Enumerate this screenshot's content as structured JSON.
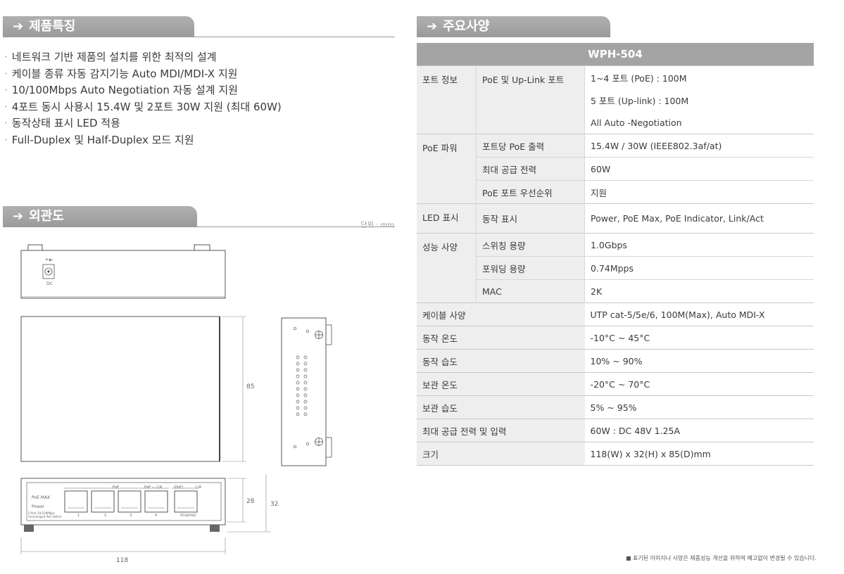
{
  "features": {
    "heading": "제품특징",
    "items": [
      "네트워크 기반 제품의 설치를 위한 최적의 설계",
      "케이블 종류 자동 감지기능 Auto MDI/MDI-X 지원",
      "10/100Mbps Auto Negotiation 자동 설계 지원",
      "4포트 동시 사용시 15.4W 및 2포트 30W 지원 (최대 60W)",
      "동작상태 표시 LED 적용",
      "Full-Duplex 및 Half-Duplex 모드 지원"
    ]
  },
  "exterior": {
    "heading": "외관도",
    "unit": "단위 : mm",
    "dims": {
      "depth": "85",
      "height_inner": "28",
      "height": "32",
      "width": "118"
    },
    "front_labels": {
      "poe_max": "PoE MAX",
      "power": "Power",
      "model_small": "5-Port 10/100Mbps Unmanaged PoE Switch",
      "port_nums": [
        "1",
        "2",
        "3",
        "4",
        "5(Uplink)"
      ],
      "poe_group": "PoE",
      "poe_la": "PoE — L/A",
      "poe_paren": "(PoE)",
      "la": "L/A",
      "dc": "DC"
    }
  },
  "specs": {
    "heading": "주요사양",
    "model": "WPH-504",
    "rows": [
      {
        "cat": "포트 정보",
        "sub": "PoE 및 Up-Link 포트",
        "val": "1~4 포트 (PoE) : 100M"
      },
      {
        "cat": "",
        "sub": "",
        "val": "5 포트 (Up-link) : 100M"
      },
      {
        "cat": "",
        "sub": "",
        "val": "All Auto -Negotiation"
      },
      {
        "cat": "PoE 파워",
        "sub": "포트당 PoE 출력",
        "val": "15.4W / 30W (IEEE802.3af/at)"
      },
      {
        "cat": "",
        "sub": "최대 공급 전력",
        "val": "60W"
      },
      {
        "cat": "",
        "sub": "PoE 포트 우선순위",
        "val": "지원"
      },
      {
        "cat": "LED 표시",
        "sub": "동작 표시",
        "val": "Power, PoE Max, PoE Indicator, Link/Act"
      },
      {
        "cat": "성능 사양",
        "sub": "스위칭 용량",
        "val": "1.0Gbps"
      },
      {
        "cat": "",
        "sub": "포워딩 용량",
        "val": "0.74Mpps"
      },
      {
        "cat": "",
        "sub": "MAC",
        "val": "2K"
      },
      {
        "cat": "케이블 사양",
        "sub": "",
        "val": "UTP cat-5/5e/6, 100M(Max), Auto MDI-X"
      },
      {
        "cat": "동작 온도",
        "sub": "",
        "val": "-10°C ~ 45°C"
      },
      {
        "cat": "동작 습도",
        "sub": "",
        "val": "10% ~ 90%"
      },
      {
        "cat": "보관 온도",
        "sub": "",
        "val": "-20°C ~ 70°C"
      },
      {
        "cat": "보관 습도",
        "sub": "",
        "val": "5% ~ 95%"
      },
      {
        "cat": "최대 공급 전력 및 입력",
        "sub": "",
        "val": "60W : DC 48V 1.25A"
      },
      {
        "cat": "크기",
        "sub": "",
        "val": "118(W) x 32(H) x 85(D)mm"
      }
    ],
    "footnote": "■ 표기된 이미지나 사양은 제품성능 개선을 위하여 예고없이 변경될 수 있습니다."
  }
}
